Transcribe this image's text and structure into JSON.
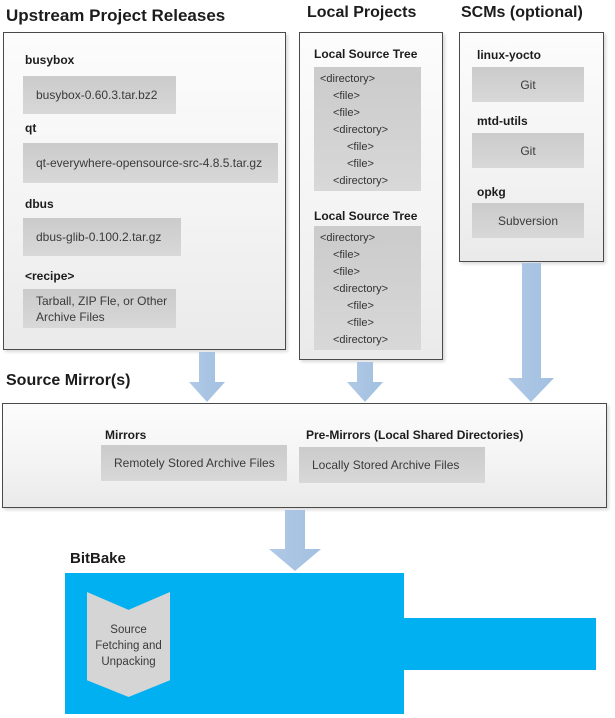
{
  "upstream": {
    "title": "Upstream Project Releases",
    "entries": [
      {
        "label": "busybox",
        "file": "busybox-0.60.3.tar.bz2"
      },
      {
        "label": "qt",
        "file": "qt-everywhere-opensource-src-4.8.5.tar.gz"
      },
      {
        "label": "dbus",
        "file": "dbus-glib-0.100.2.tar.gz"
      },
      {
        "label": "<recipe>",
        "file": "Tarball, ZIP Fle, or Other Archive Files"
      }
    ]
  },
  "local_projects": {
    "title": "Local Projects",
    "trees": [
      {
        "label": "Local Source Tree",
        "lines": [
          {
            "text": "<directory>",
            "indent": 0
          },
          {
            "text": "<file>",
            "indent": 1
          },
          {
            "text": "<file>",
            "indent": 1
          },
          {
            "text": "<directory>",
            "indent": 1
          },
          {
            "text": "<file>",
            "indent": 2
          },
          {
            "text": "<file>",
            "indent": 2
          },
          {
            "text": "<directory>",
            "indent": 1
          }
        ]
      },
      {
        "label": "Local Source Tree",
        "lines": [
          {
            "text": "<directory>",
            "indent": 0
          },
          {
            "text": "<file>",
            "indent": 1
          },
          {
            "text": "<file>",
            "indent": 1
          },
          {
            "text": "<directory>",
            "indent": 1
          },
          {
            "text": "<file>",
            "indent": 2
          },
          {
            "text": "<file>",
            "indent": 2
          },
          {
            "text": "<directory>",
            "indent": 1
          }
        ]
      }
    ]
  },
  "scms": {
    "title": "SCMs (optional)",
    "entries": [
      {
        "label": "linux-yocto",
        "scm": "Git"
      },
      {
        "label": "mtd-utils",
        "scm": "Git"
      },
      {
        "label": "opkg",
        "scm": "Subversion"
      }
    ]
  },
  "mirrors": {
    "title": "Source Mirror(s)",
    "mirrors_label": "Mirrors",
    "mirrors_box": "Remotely Stored Archive Files",
    "premirrors_label": "Pre-Mirrors (Local Shared Directories)",
    "premirrors_box": "Locally Stored Archive Files"
  },
  "bitbake": {
    "title": "BitBake",
    "process": "Source Fetching and Unpacking"
  },
  "colors": {
    "bitbake_blue": "#00b0f0",
    "arrow_blue": "#a7c3e1",
    "panel_border": "#4a4a4a",
    "inner_box_gray": "#d2d2d2"
  }
}
